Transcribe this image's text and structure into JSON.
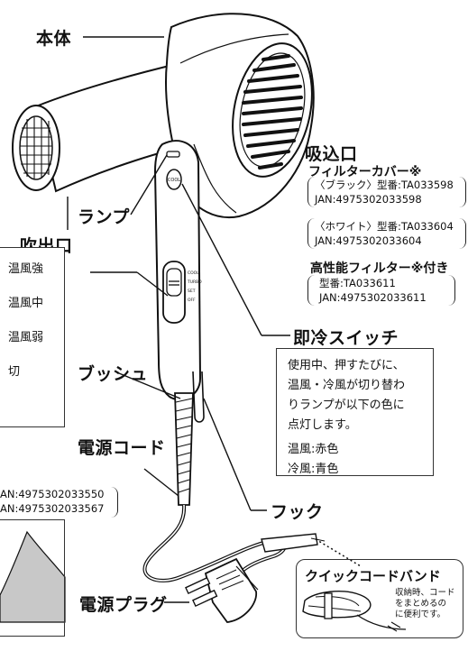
{
  "labels": {
    "body": "本体",
    "outlet": "吹出口",
    "lamp": "ランプ",
    "bush": "ブッシュ",
    "power_cord": "電源コード",
    "power_plug": "電源プラグ",
    "hook": "フック",
    "quick_switch": "即冷スイッチ",
    "intake": "吸込口"
  },
  "intake": {
    "filter_cover": "フィルターカバー※",
    "black_model": "〈ブラック〉型番:TA033598",
    "black_jan": "JAN:4975302033598",
    "white_model": "〈ホワイト〉型番:TA033604",
    "white_jan": "JAN:4975302033604",
    "hp_filter": "高性能フィルター※付き",
    "hp_model": "型番:TA033611",
    "hp_jan": "JAN:4975302033611"
  },
  "modes": [
    "温風強",
    "温風中",
    "温風弱",
    "切"
  ],
  "switch_desc": {
    "lines": [
      "使用中、押すたびに、",
      "温風・冷風が切り替わ",
      "りランプが以下の色に",
      "点灯します。"
    ],
    "warm": "温風:赤色",
    "cool": "冷風:青色"
  },
  "partial_jan": [
    "AN:4975302033550",
    "AN:4975302033567"
  ],
  "quick_band": {
    "title": "クイックコードバンド",
    "desc": [
      "収納時、コード",
      "をまとめるの",
      "に便利です。"
    ]
  },
  "switch_marks": [
    "COOL",
    "TURBO",
    "SET",
    "OFF"
  ]
}
